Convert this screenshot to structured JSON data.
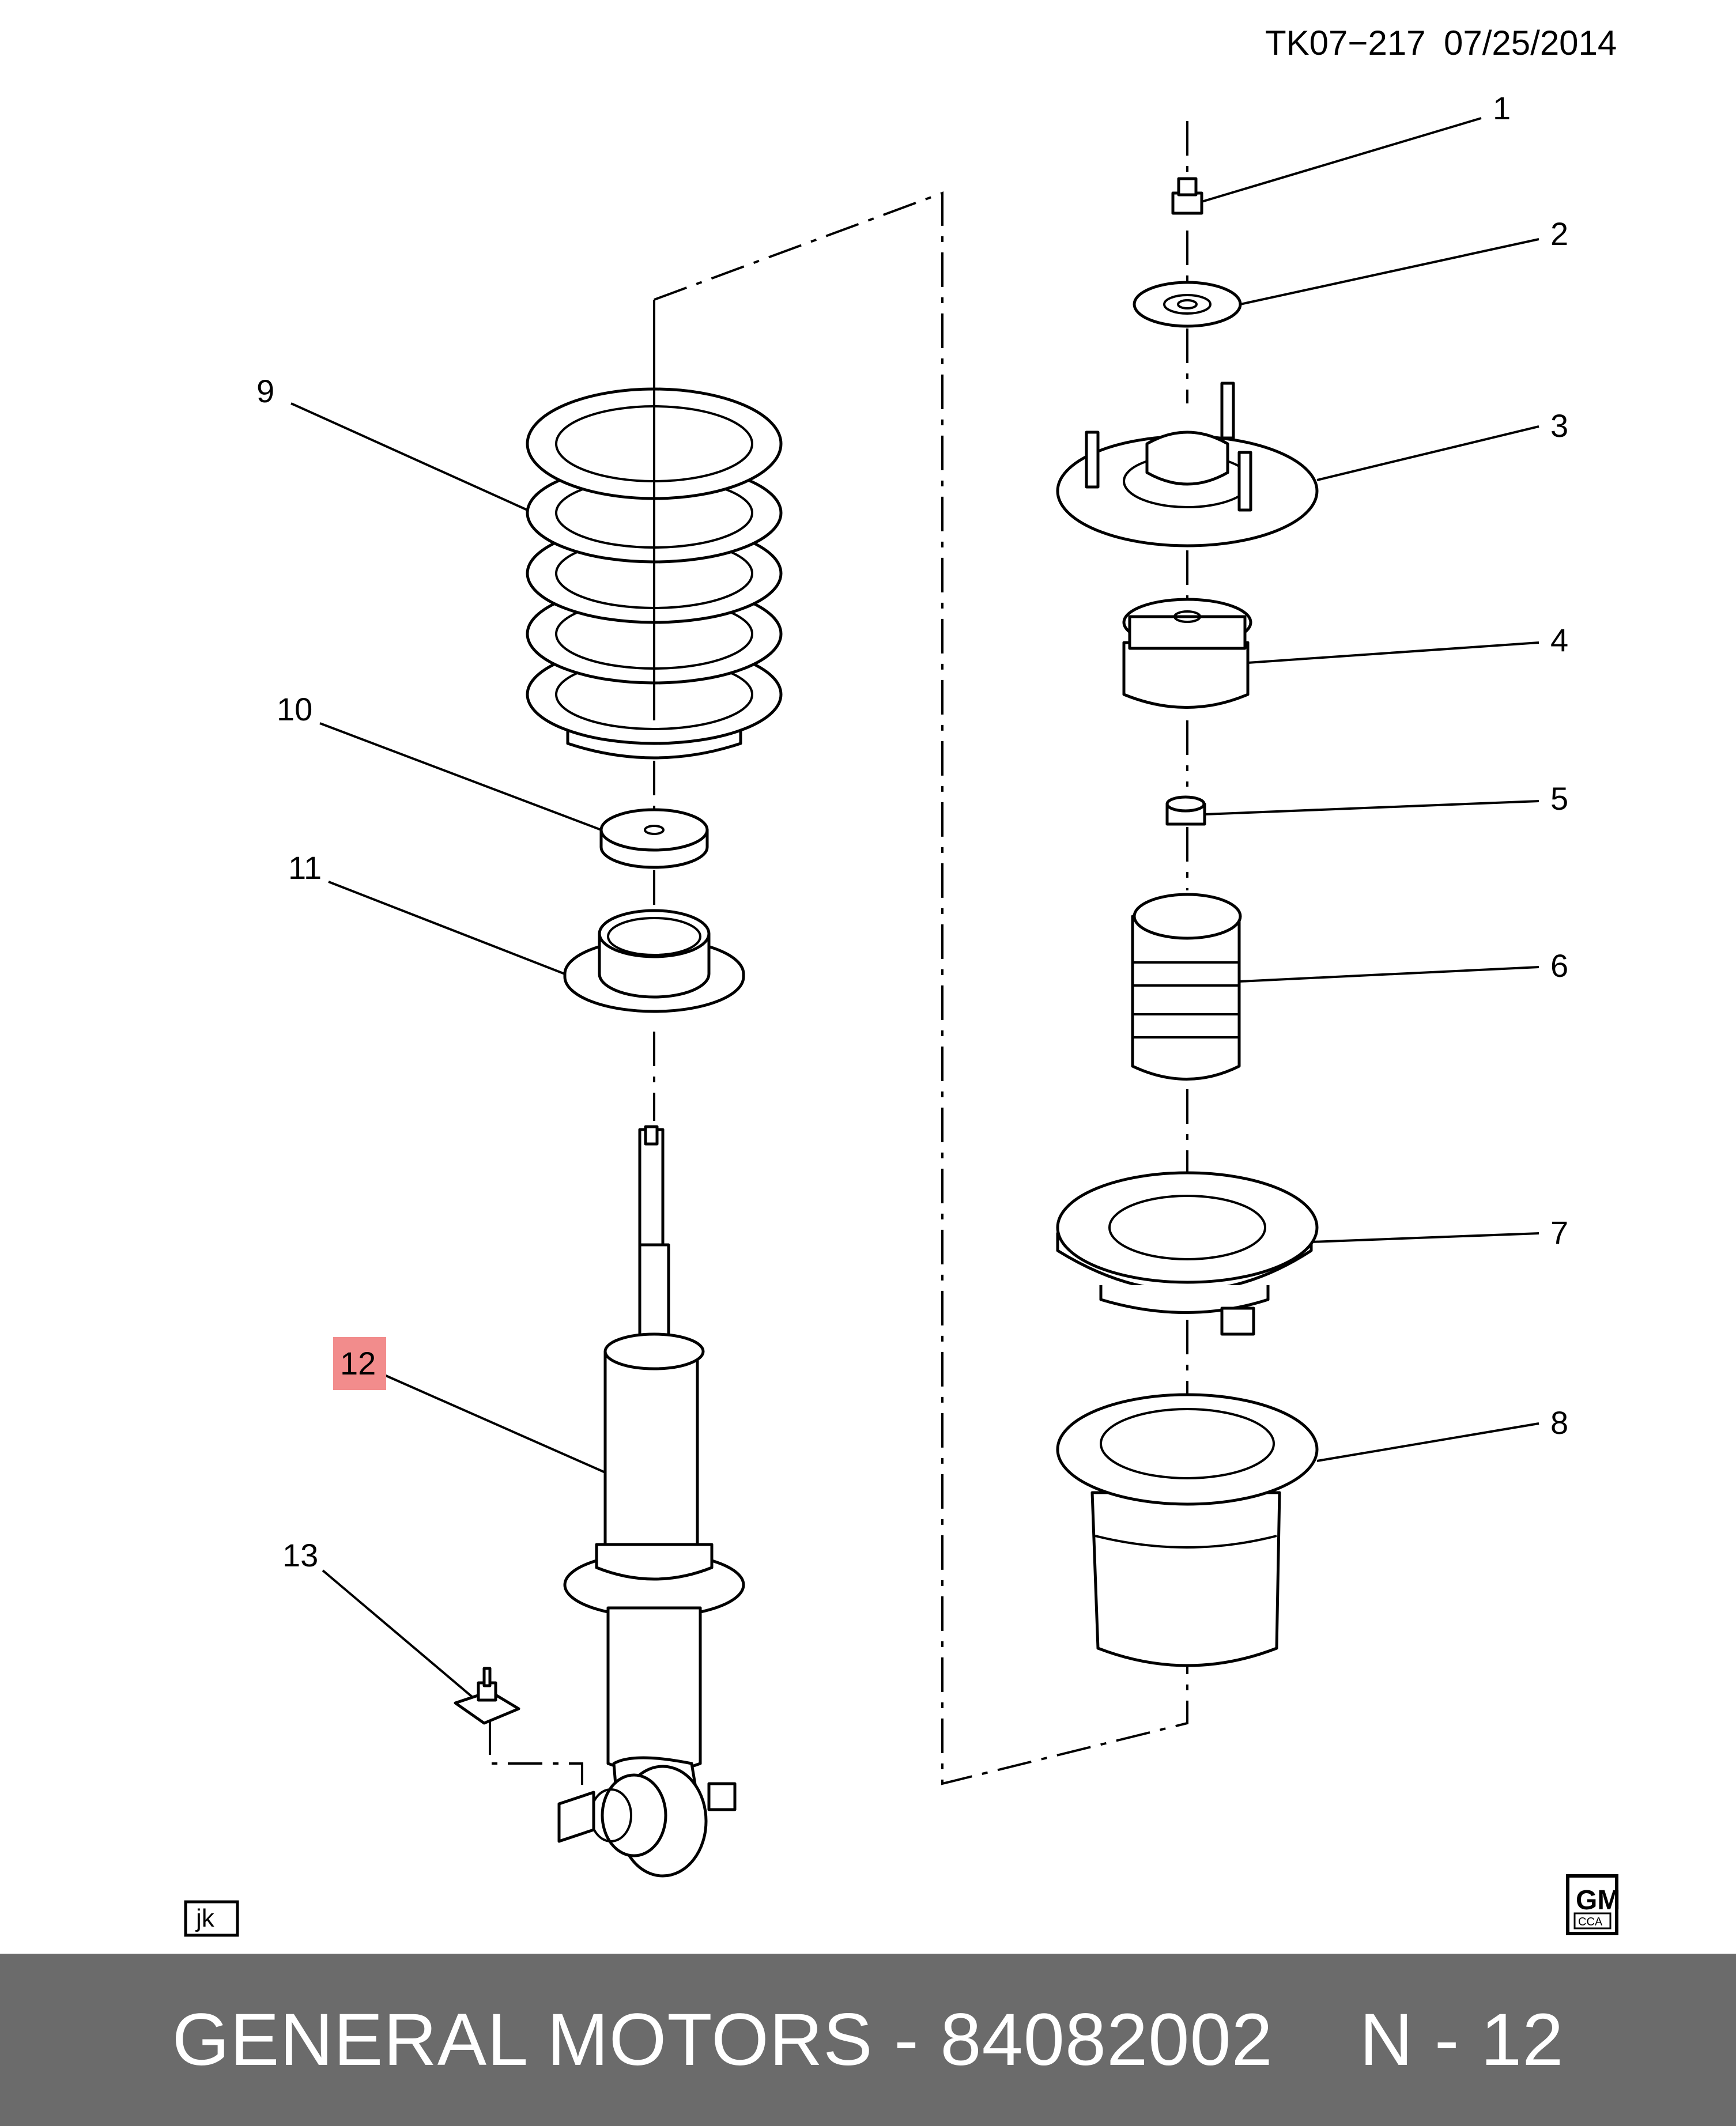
{
  "header": {
    "drawing_id": "TK07−217",
    "date": "07/25/2014"
  },
  "callouts": [
    {
      "n": "1"
    },
    {
      "n": "2"
    },
    {
      "n": "3"
    },
    {
      "n": "4"
    },
    {
      "n": "5"
    },
    {
      "n": "6"
    },
    {
      "n": "7"
    },
    {
      "n": "8"
    },
    {
      "n": "9"
    },
    {
      "n": "10"
    },
    {
      "n": "11"
    },
    {
      "n": "12",
      "highlighted": true
    },
    {
      "n": "13"
    }
  ],
  "corner_tag": "jk",
  "logo": {
    "top": "GM",
    "bottom": "CCA"
  },
  "footer": {
    "brand_part": "GENERAL MOTORS - 84082002",
    "item": "N - 12"
  },
  "colors": {
    "highlight": "#f28c8c",
    "footer_bg": "#6b6b6b",
    "footer_text": "#ffffff"
  }
}
